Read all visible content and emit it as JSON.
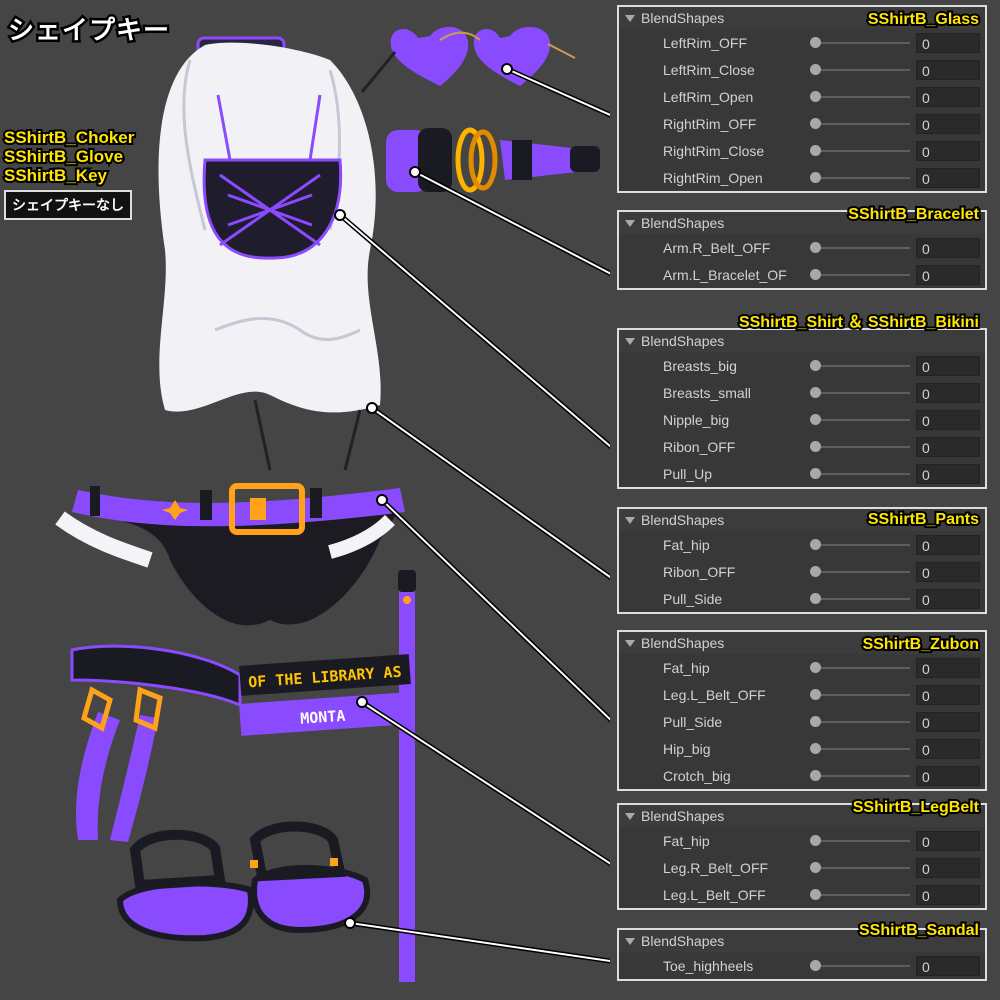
{
  "title": "シェイプキー",
  "side_labels": [
    "SShirtB_Choker",
    "SShirtB_Glove",
    "SShirtB_Key"
  ],
  "no_shape_label": "シェイプキーなし",
  "section_label": "BlendShapes",
  "panels": [
    {
      "title": "SShirtB_Glass",
      "rows": [
        {
          "label": "LeftRim_OFF",
          "value": "0"
        },
        {
          "label": "LeftRim_Close",
          "value": "0"
        },
        {
          "label": "LeftRim_Open",
          "value": "0"
        },
        {
          "label": "RightRim_OFF",
          "value": "0"
        },
        {
          "label": "RightRim_Close",
          "value": "0"
        },
        {
          "label": "RightRim_Open",
          "value": "0"
        }
      ]
    },
    {
      "title": "SShirtB_Bracelet",
      "rows": [
        {
          "label": "Arm.R_Belt_OFF",
          "value": "0"
        },
        {
          "label": "Arm.L_Bracelet_OF",
          "value": "0"
        }
      ]
    },
    {
      "title": "SShirtB_Shirt ＆ SShirtB_Bikini",
      "rows": [
        {
          "label": "Breasts_big",
          "value": "0"
        },
        {
          "label": "Breasts_small",
          "value": "0"
        },
        {
          "label": "Nipple_big",
          "value": "0"
        },
        {
          "label": "Ribon_OFF",
          "value": "0"
        },
        {
          "label": "Pull_Up",
          "value": "0"
        }
      ]
    },
    {
      "title": "SShirtB_Pants",
      "rows": [
        {
          "label": "Fat_hip",
          "value": "0"
        },
        {
          "label": "Ribon_OFF",
          "value": "0"
        },
        {
          "label": "Pull_Side",
          "value": "0"
        }
      ]
    },
    {
      "title": "SShirtB_Zubon",
      "rows": [
        {
          "label": "Fat_hip",
          "value": "0"
        },
        {
          "label": "Leg.L_Belt_OFF",
          "value": "0"
        },
        {
          "label": "Pull_Side",
          "value": "0"
        },
        {
          "label": "Hip_big",
          "value": "0"
        },
        {
          "label": "Crotch_big",
          "value": "0"
        }
      ]
    },
    {
      "title": "SShirtB_LegBelt",
      "rows": [
        {
          "label": "Fat_hip",
          "value": "0"
        },
        {
          "label": "Leg.R_Belt_OFF",
          "value": "0"
        },
        {
          "label": "Leg.L_Belt_OFF",
          "value": "0"
        }
      ]
    },
    {
      "title": "SShirtB_Sandal",
      "rows": [
        {
          "label": "Toe_highheels",
          "value": "0"
        }
      ]
    }
  ],
  "strap_texts": [
    "OF THE LIBRARY AS",
    "MONTA"
  ],
  "colors": {
    "purple": "#8a4bff",
    "gold": "#ffa21a",
    "background": "#454545"
  }
}
